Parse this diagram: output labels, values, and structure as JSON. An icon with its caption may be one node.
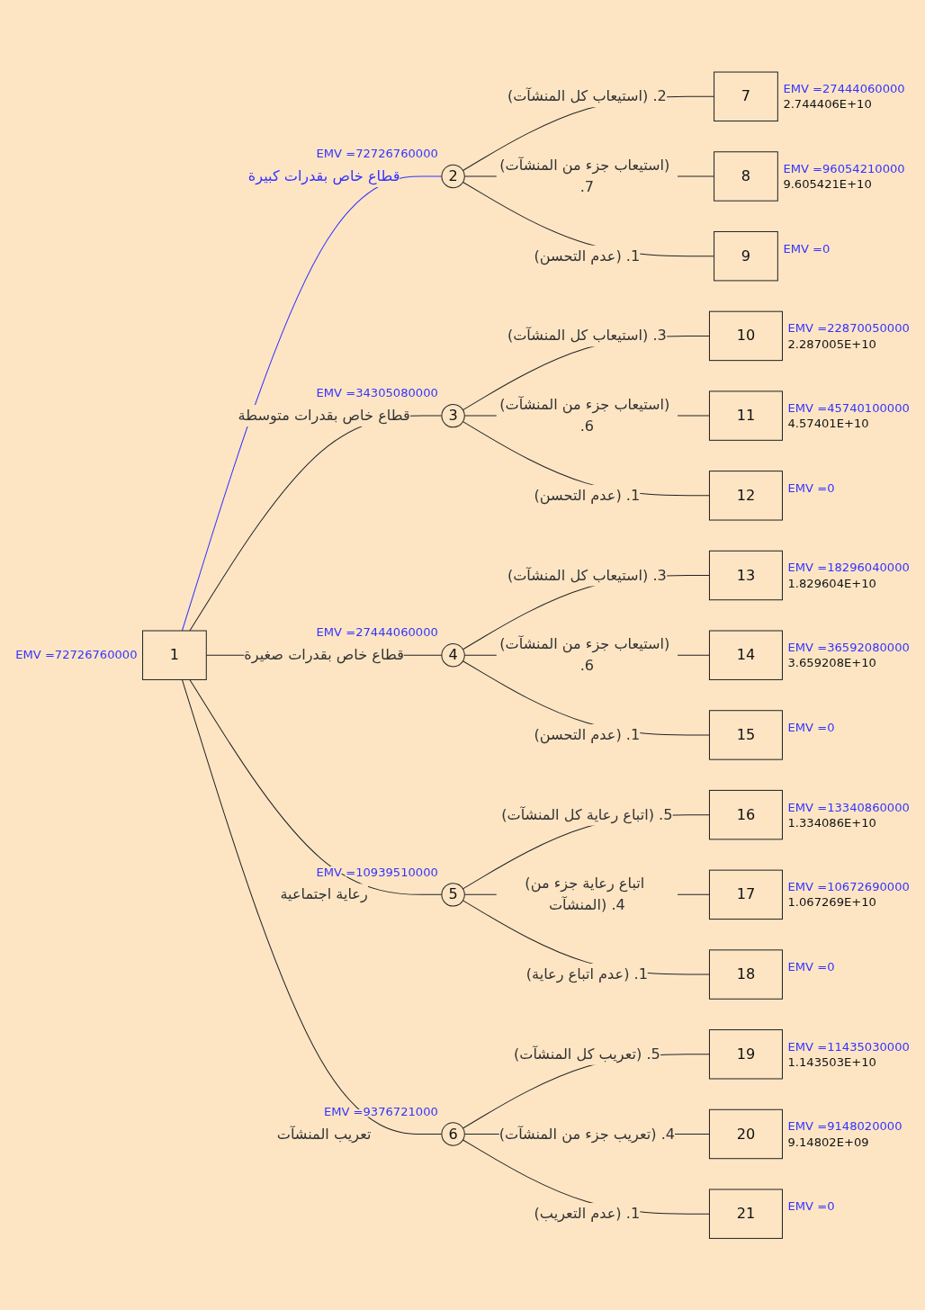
{
  "diagram": {
    "nodes": [
      {
        "text": [
          "1"
        ],
        "beside": [
          "EMV =72726760000"
        ]
      },
      {
        "text": [
          "2"
        ],
        "beside": [
          "EMV =72726760000"
        ]
      },
      {
        "text": [
          "3"
        ],
        "beside": [
          "EMV =34305080000"
        ]
      },
      {
        "text": [
          "4"
        ],
        "beside": [
          "EMV =27444060000"
        ]
      },
      {
        "text": [
          "5"
        ],
        "beside": [
          "EMV =10939510000"
        ]
      },
      {
        "text": [
          "6"
        ],
        "beside": [
          "EMV =9376721000"
        ]
      },
      {
        "text": [
          "7"
        ],
        "beside": [
          "EMV =27444060000",
          "2.744406E+10"
        ]
      },
      {
        "text": [
          "8"
        ],
        "beside": [
          "EMV =96054210000",
          "9.605421E+10"
        ]
      },
      {
        "text": [
          "9"
        ],
        "beside": [
          "EMV =0"
        ]
      },
      {
        "text": [
          "10"
        ],
        "beside": [
          "EMV =22870050000",
          "2.287005E+10"
        ]
      },
      {
        "text": [
          "11"
        ],
        "beside": [
          "EMV =45740100000",
          "4.57401E+10"
        ]
      },
      {
        "text": [
          "12"
        ],
        "beside": [
          "EMV =0"
        ]
      },
      {
        "text": [
          "13"
        ],
        "beside": [
          "EMV =18296040000",
          "1.829604E+10"
        ]
      },
      {
        "text": [
          "14"
        ],
        "beside": [
          "EMV =36592080000",
          "3.659208E+10"
        ]
      },
      {
        "text": [
          "15"
        ],
        "beside": [
          "EMV =0"
        ]
      },
      {
        "text": [
          "16"
        ],
        "beside": [
          "EMV =13340860000",
          "1.334086E+10"
        ]
      },
      {
        "text": [
          "17"
        ],
        "beside": [
          "EMV =10672690000",
          "1.067269E+10"
        ]
      },
      {
        "text": [
          "18"
        ],
        "beside": [
          "EMV =0"
        ]
      },
      {
        "text": [
          "19"
        ],
        "beside": [
          "EMV =11435030000",
          "1.143503E+10"
        ]
      },
      {
        "text": [
          "20"
        ],
        "beside": [
          "EMV =9148020000",
          "9.14802E+09"
        ]
      },
      {
        "text": [
          "21"
        ],
        "beside": [
          "EMV =0"
        ]
      }
    ],
    "edges": [
      {
        "from": 0,
        "to": 1,
        "arrow": "none",
        "label": "قطاع خاص بقدرات كبيرة",
        "color": "#3333ff"
      },
      {
        "from": 0,
        "to": 2,
        "arrow": "none",
        "label": "قطاع خاص بقدرات متوسطة"
      },
      {
        "from": 0,
        "to": 3,
        "arrow": "none",
        "label": "قطاع خاص بقدرات صغيرة"
      },
      {
        "from": 0,
        "to": 4,
        "arrow": "none",
        "label": "رعاية اجتماعية"
      },
      {
        "from": 0,
        "to": 5,
        "arrow": "none",
        "label": "تعريب المنشآت"
      },
      {
        "from": 1,
        "to": 6,
        "arrow": "none",
        "label": "(استيعاب كل المنشآت) .2"
      },
      {
        "from": 1,
        "to": 7,
        "arrow": "none",
        "label": "(استيعاب جزء من المنشآت) .7"
      },
      {
        "from": 1,
        "to": 8,
        "arrow": "none",
        "label": "(عدم التحسن) .1"
      },
      {
        "from": 2,
        "to": 9,
        "arrow": "none",
        "label": "(استيعاب كل المنشآت) .3"
      },
      {
        "from": 2,
        "to": 10,
        "arrow": "none",
        "label": "(استيعاب جزء من المنشآت) .6"
      },
      {
        "from": 2,
        "to": 11,
        "arrow": "none",
        "label": "(عدم التحسن) .1"
      },
      {
        "from": 3,
        "to": 12,
        "arrow": "none",
        "label": "(استيعاب كل المنشآت) .3"
      },
      {
        "from": 3,
        "to": 13,
        "arrow": "none",
        "label": "(استيعاب جزء من المنشآت) .6"
      },
      {
        "from": 3,
        "to": 14,
        "arrow": "none",
        "label": "(عدم التحسن) .1"
      },
      {
        "from": 4,
        "to": 15,
        "arrow": "none",
        "label": "(اتباع رعاية كل المنشآت) .5"
      },
      {
        "from": 4,
        "to": 16,
        "arrow": "none",
        "label": "(اتباع رعاية جزء من المنشآت) .4"
      },
      {
        "from": 4,
        "to": 17,
        "arrow": "none",
        "label": "(عدم اتباع رعاية) .1"
      },
      {
        "from": 5,
        "to": 18,
        "arrow": "none",
        "label": "(تعريب كل المنشآت) .5"
      },
      {
        "from": 5,
        "to": 19,
        "arrow": "none",
        "label": "(تعريب جزء من المنشآت) .4"
      },
      {
        "from": 5,
        "to": 20,
        "arrow": "none",
        "label": "(عدم التعريب) .1"
      }
    ]
  }
}
